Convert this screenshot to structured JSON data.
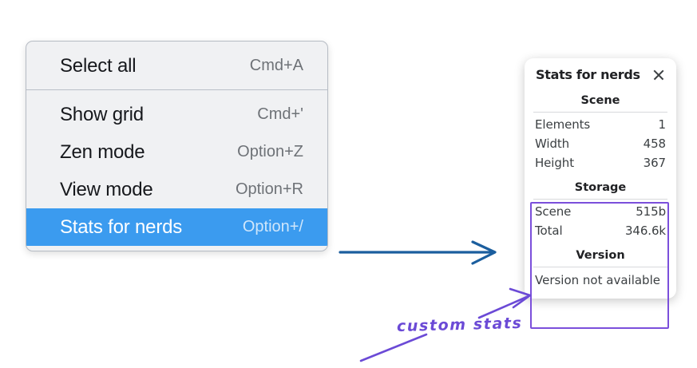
{
  "context_menu": {
    "groups": [
      {
        "items": [
          {
            "label": "Select all",
            "shortcut": "Cmd+A",
            "selected": false
          }
        ]
      },
      {
        "items": [
          {
            "label": "Show grid",
            "shortcut": "Cmd+'",
            "selected": false
          },
          {
            "label": "Zen mode",
            "shortcut": "Option+Z",
            "selected": false
          },
          {
            "label": "View mode",
            "shortcut": "Option+R",
            "selected": false
          },
          {
            "label": "Stats for nerds",
            "shortcut": "Option+/",
            "selected": true
          }
        ]
      }
    ],
    "highlight_color": "#3b9bef"
  },
  "stats_panel": {
    "title": "Stats for nerds",
    "close_icon": "close-icon",
    "sections": [
      {
        "name": "scene",
        "title": "Scene",
        "rows": [
          {
            "key": "Elements",
            "value": "1"
          },
          {
            "key": "Width",
            "value": "458"
          },
          {
            "key": "Height",
            "value": "367"
          }
        ]
      },
      {
        "name": "storage",
        "title": "Storage",
        "rows": [
          {
            "key": "Scene",
            "value": "515b"
          },
          {
            "key": "Total",
            "value": "346.6k"
          }
        ]
      },
      {
        "name": "version",
        "title": "Version",
        "note": "Version not available"
      }
    ]
  },
  "annotations": {
    "text": "custom stats",
    "text_color": "#6b4ad6",
    "flow_arrow_color": "#1b5e9e",
    "highlight_color": "#7b4fdb"
  }
}
